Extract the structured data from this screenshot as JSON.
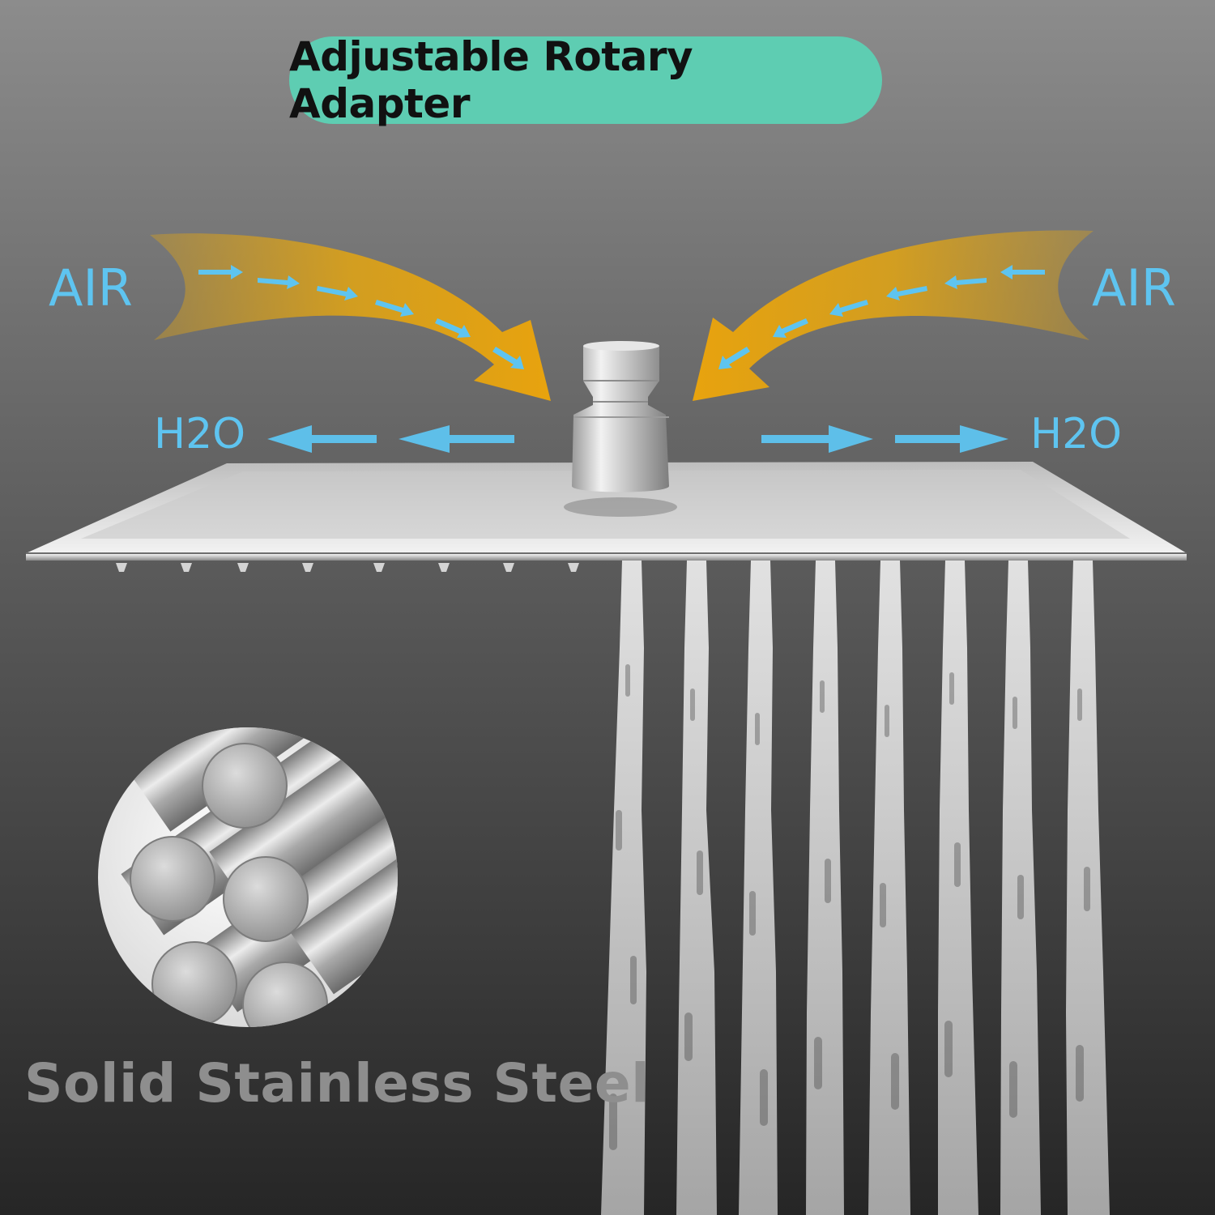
{
  "header": {
    "title": "Adjustable Rotary Adapter",
    "pill_color": "#5ecdb2"
  },
  "labels": {
    "air_left": "AIR",
    "air_right": "AIR",
    "h2o_left": "H2O",
    "h2o_right": "H2O"
  },
  "caption": {
    "text": "Solid Stainless Steel"
  },
  "colors": {
    "background_top": "#8a8a8a",
    "background_bottom": "#2b2b2b",
    "air_arrow": "#e3a512",
    "flow_arrow": "#5ec4f0",
    "label_blue": "#5ec4f0",
    "steel": "#c9c9c9"
  },
  "icons": {
    "air_arrows": "curved-arrow-icon",
    "flow_arrows": "arrow-icon",
    "adapter": "swivel-adapter",
    "shower_head": "square-shower-head",
    "steel_rods": "steel-rods-badge"
  }
}
